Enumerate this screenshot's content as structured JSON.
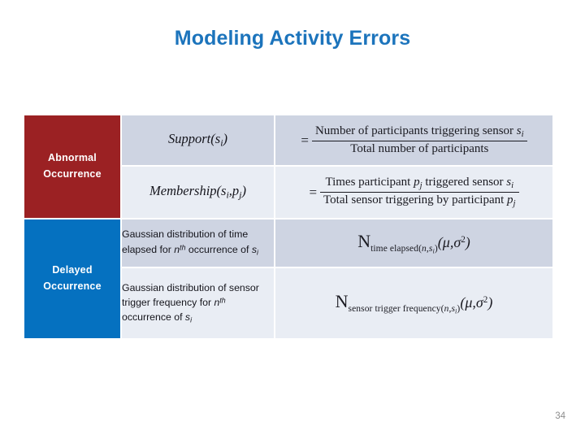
{
  "slide": {
    "title": "Modeling Activity Errors",
    "title_color": "#1c74bc",
    "page_number": "34",
    "background": "#ffffff"
  },
  "table": {
    "colors": {
      "abnormal_block": "#9b2123",
      "delayed_block": "#0571c0",
      "row_shade_dark": "#ced4e2",
      "row_shade_light": "#e9edf4"
    },
    "categories": [
      {
        "id": "abnormal",
        "label_line1": "Abnormal",
        "label_line2": "Occurrence",
        "rowspan": 2
      },
      {
        "id": "delayed",
        "label_line1": "Delayed",
        "label_line2": "Occurrence",
        "rowspan": 2
      }
    ],
    "rows": [
      {
        "category": "abnormal",
        "shade": "dark",
        "name_type": "formula",
        "name": "Support(s_i)",
        "name_parts": {
          "base": "Support",
          "open": "(",
          "var": "s",
          "sub": "i",
          "close": ")"
        },
        "equation_type": "fraction",
        "equation": {
          "relation": "=",
          "numerator": "Number of participants triggering sensor s_i",
          "denominator": "Total number of participants",
          "numerator_parts": {
            "text": "Number of participants triggering sensor ",
            "var": "s",
            "sub": "i"
          },
          "denominator_parts": {
            "text": "Total number of participants"
          }
        }
      },
      {
        "category": "abnormal",
        "shade": "light",
        "name_type": "formula",
        "name": "Membership(s_i, p_j)",
        "name_parts": {
          "base": "Membership",
          "open": "(",
          "var1": "s",
          "sub1": "i",
          "comma": ",",
          "var2": "p",
          "sub2": "j",
          "close": ")"
        },
        "equation_type": "fraction",
        "equation": {
          "relation": "=",
          "numerator": "Times participant p_j triggered sensor s_i",
          "denominator": "Total sensor triggering by participant p_j",
          "numerator_parts": {
            "pre": "Times participant ",
            "var1": "p",
            "sub1": "j",
            "mid": " triggered sensor ",
            "var2": "s",
            "sub2": "i"
          },
          "denominator_parts": {
            "pre": "Total sensor triggering by participant ",
            "var": "p",
            "sub": "j"
          }
        }
      },
      {
        "category": "delayed",
        "shade": "dark",
        "name_type": "description",
        "description_parts": {
          "pre": "Gaussian distribution of time elapsed for ",
          "ordinal_base": "n",
          "ordinal_sup": "th",
          "mid": " occurrence of ",
          "var": "s",
          "sub": "i"
        },
        "description": "Gaussian distribution of time elapsed for nth occurrence of s_i",
        "equation_type": "gaussian",
        "equation": {
          "symbol": "N",
          "subscript": "time elapsed(n,s_i)",
          "subscript_parts": {
            "text": "time elapsed(",
            "arg1": "n",
            "comma": ",",
            "arg2": "s",
            "arg2_sub": "i",
            "close": ")"
          },
          "args": "(μ,σ²)",
          "args_parts": {
            "open": "(",
            "mu": "μ",
            "comma": ",",
            "sigma": "σ",
            "power": "2",
            "close": ")"
          }
        }
      },
      {
        "category": "delayed",
        "shade": "light",
        "name_type": "description",
        "description_parts": {
          "pre": "Gaussian distribution of sensor trigger frequency for ",
          "ordinal_base": "n",
          "ordinal_sup": "th",
          "mid": " occurrence of ",
          "var": "s",
          "sub": "i"
        },
        "description": "Gaussian distribution of sensor trigger frequency for nth occurrence of s_i",
        "equation_type": "gaussian",
        "equation": {
          "symbol": "N",
          "subscript": "sensor trigger frequency(n,s_i)",
          "subscript_parts": {
            "text": "sensor trigger frequency(",
            "arg1": "n",
            "comma": ",",
            "arg2": "s",
            "arg2_sub": "i",
            "close": ")"
          },
          "args": "(μ,σ²)",
          "args_parts": {
            "open": "(",
            "mu": "μ",
            "comma": ",",
            "sigma": "σ",
            "power": "2",
            "close": ")"
          }
        }
      }
    ]
  }
}
